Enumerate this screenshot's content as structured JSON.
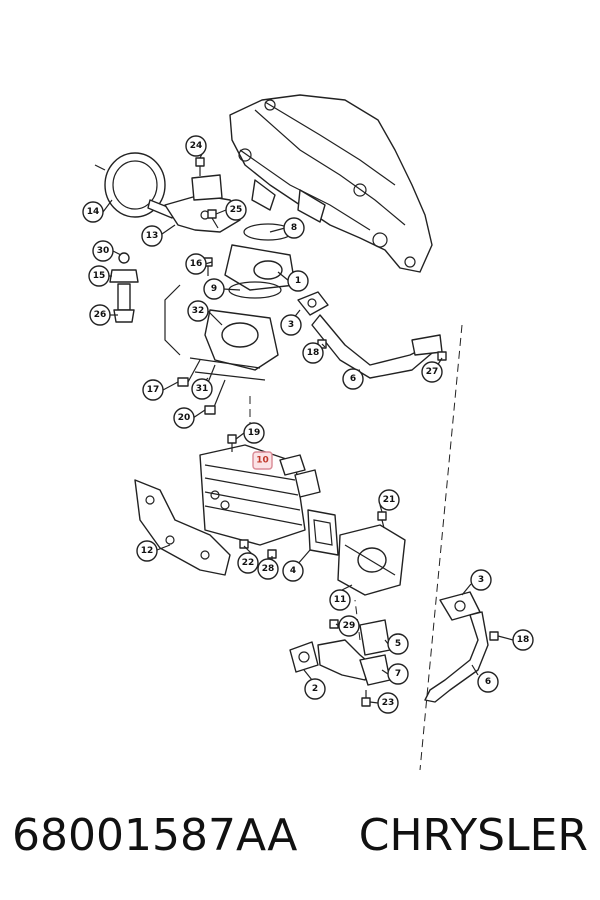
{
  "caption": {
    "part_number": "68001587AA",
    "brand": "CHRYSLER"
  },
  "callouts": [
    "24",
    "14",
    "13",
    "25",
    "8",
    "30",
    "16",
    "15",
    "1",
    "9",
    "26",
    "32",
    "3",
    "18",
    "6",
    "27",
    "17",
    "31",
    "20",
    "19",
    "10",
    "21",
    "12",
    "22",
    "28",
    "4",
    "11",
    "3",
    "18",
    "29",
    "5",
    "2",
    "7",
    "6",
    "23"
  ],
  "highlighted": "10",
  "colors": {
    "line": "#222222",
    "highlight_fill": "#fbe3e6",
    "highlight_text": "#c0392b"
  }
}
